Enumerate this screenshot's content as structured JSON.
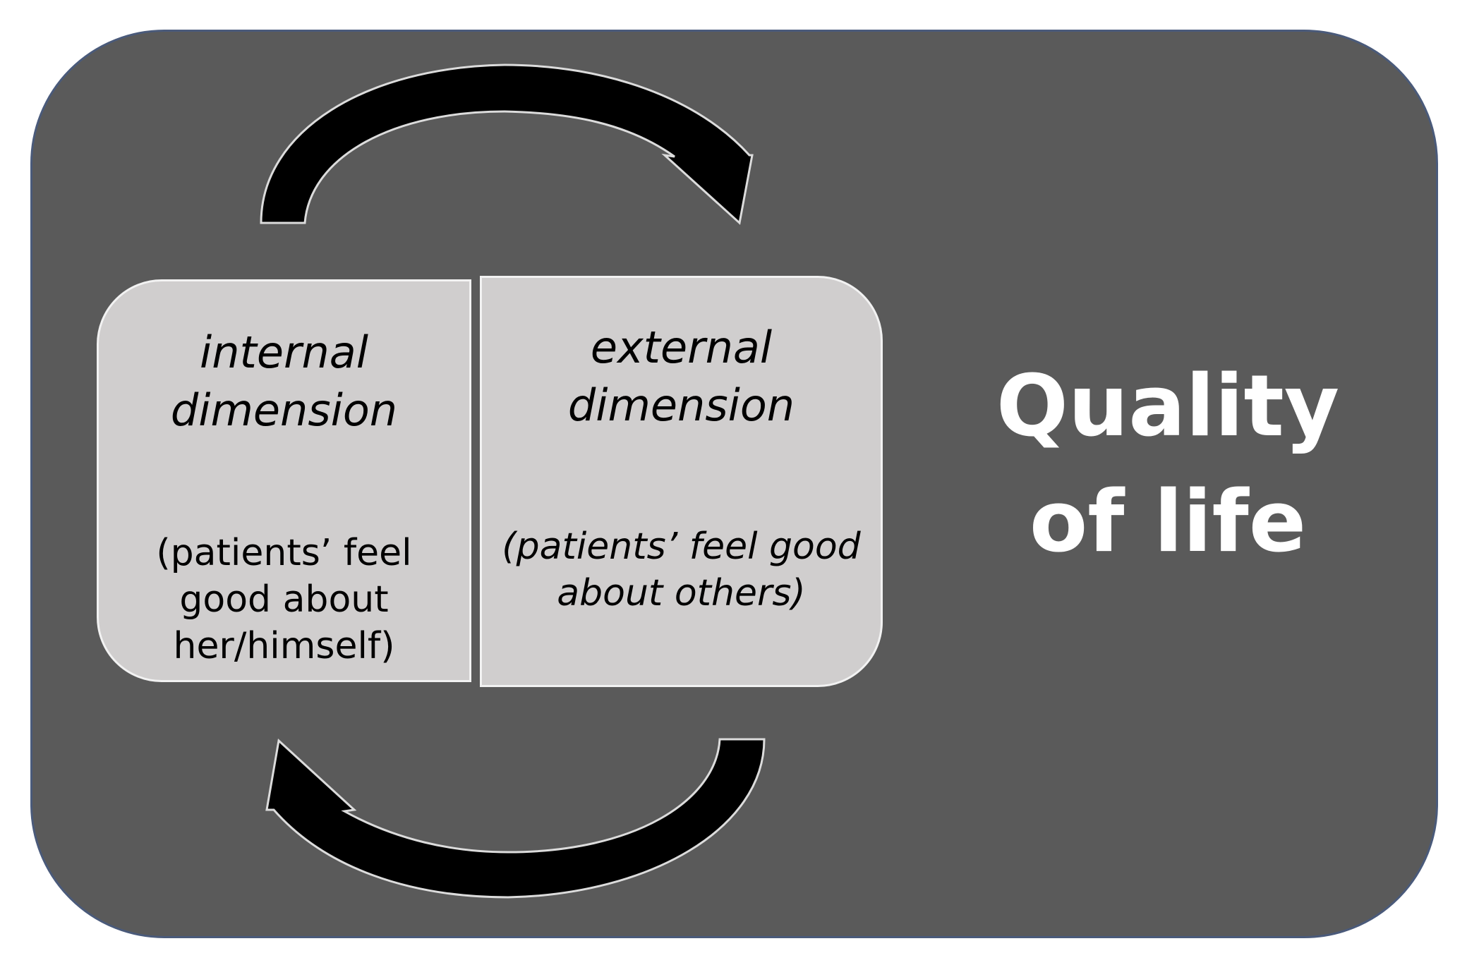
{
  "diagram": {
    "title_lines": [
      "Quality",
      "of life"
    ],
    "internal": {
      "title_lines": [
        "internal",
        "dimension"
      ],
      "desc_lines": [
        "(patients’ feel",
        "good about",
        "her/himself)"
      ]
    },
    "external": {
      "title_lines": [
        "external",
        "dimension"
      ],
      "desc_lines": [
        "(patients’ feel good",
        "about others)"
      ]
    },
    "arrows": [
      {
        "from": "internal dimension",
        "to": "external dimension",
        "position": "top"
      },
      {
        "from": "external dimension",
        "to": "internal dimension",
        "position": "bottom"
      }
    ],
    "colors": {
      "panel": "#5a5a5a",
      "box_fill": "#d0cece",
      "box_border": "#f2f2f2",
      "arrow": "#000000",
      "title_text": "#ffffff"
    }
  }
}
